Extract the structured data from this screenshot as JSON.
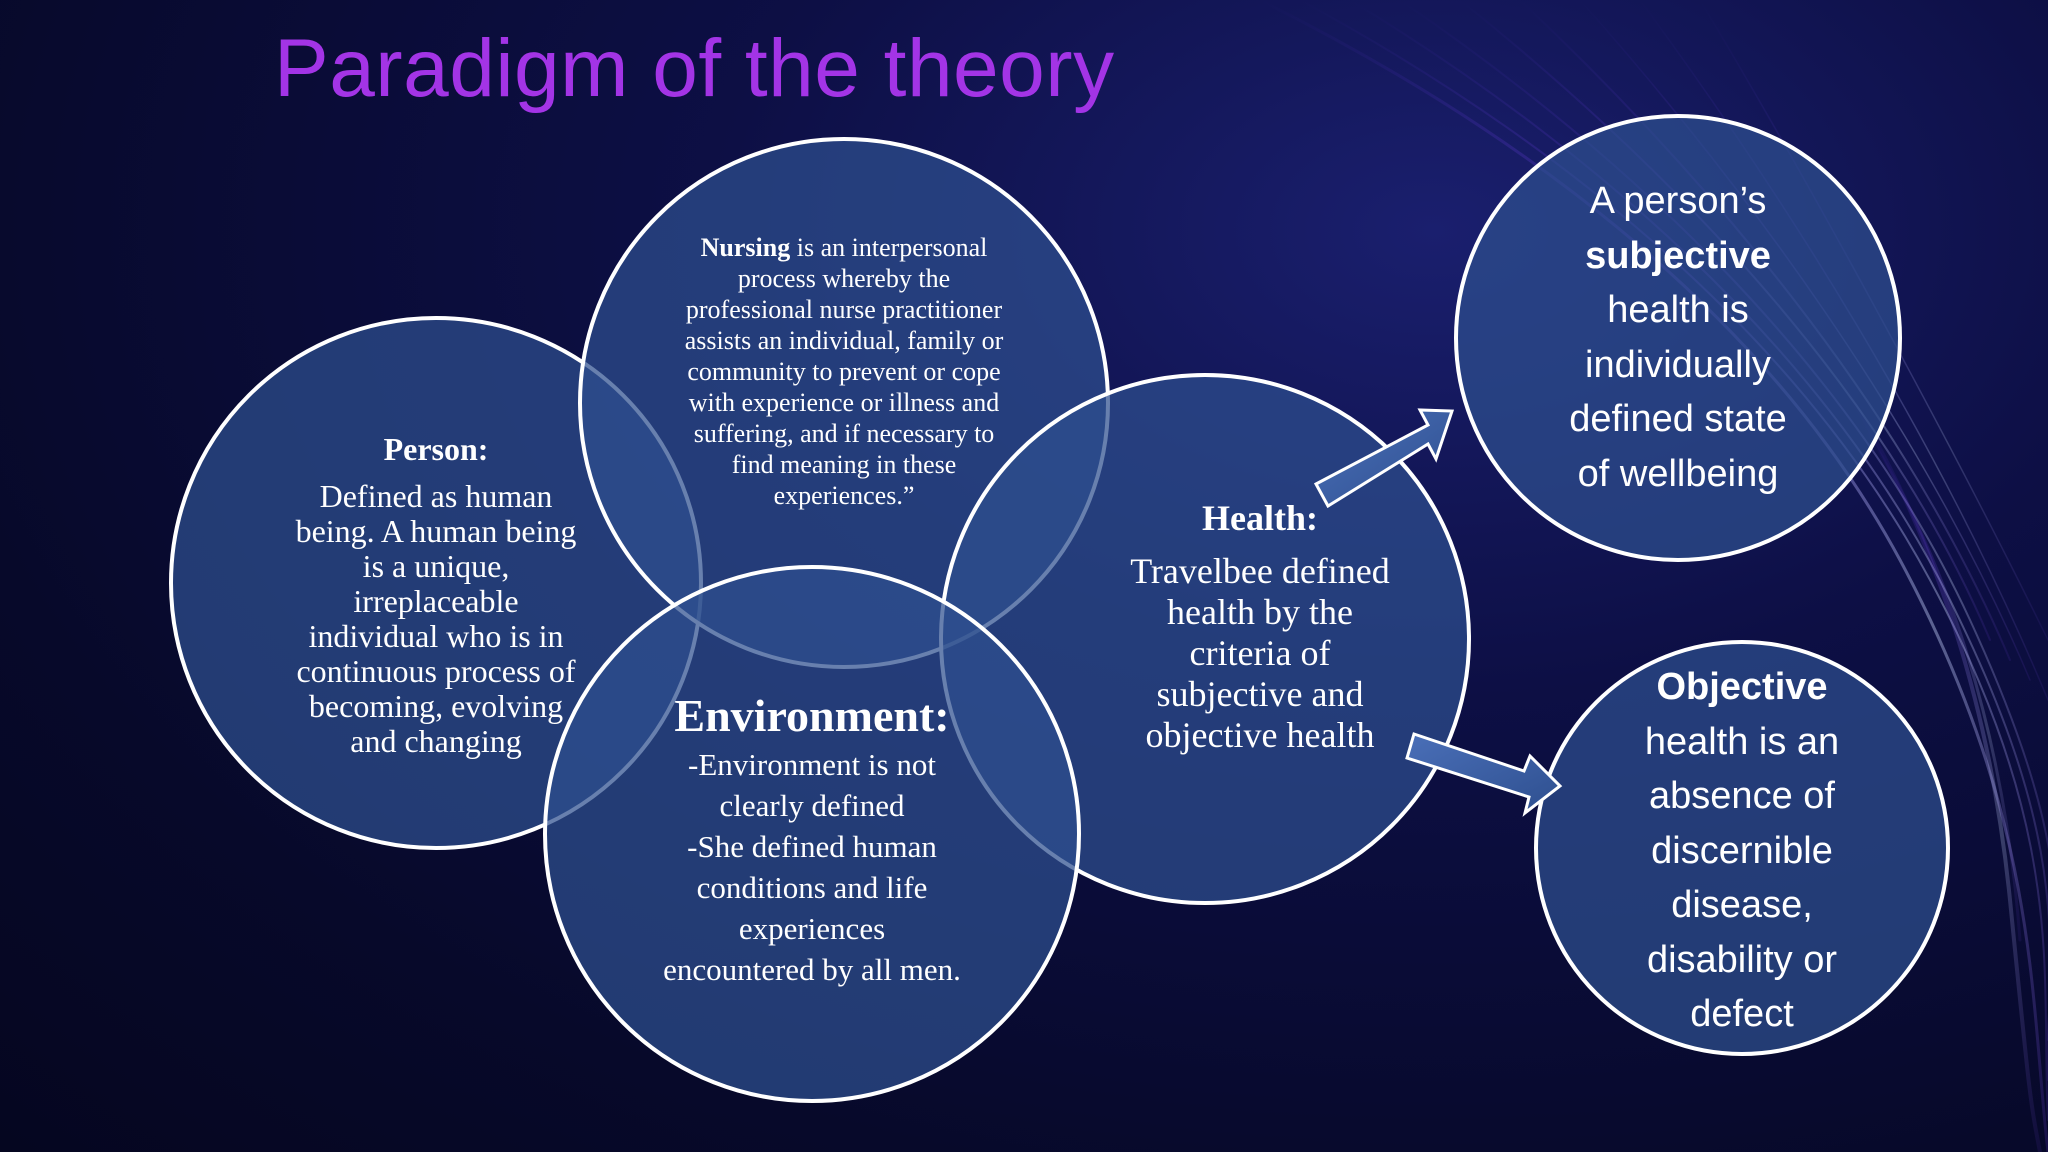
{
  "slide": {
    "title": "Paradigm of the theory"
  },
  "person": {
    "heading": "Person:",
    "lines": [
      "Defined as human",
      "being. A human being",
      "is a unique,",
      "irreplaceable",
      "individual who is in",
      "continuous process of",
      "becoming, evolving",
      "and changing"
    ]
  },
  "nursing": {
    "bold": "Nursing",
    "first_line_rest": " is an interpersonal",
    "lines": [
      "process whereby the",
      "professional nurse practitioner",
      "assists an individual, family or",
      "community to prevent or cope",
      "with experience or illness and",
      "suffering, and if necessary to",
      "find meaning in these",
      "experiences.”"
    ]
  },
  "environment": {
    "heading": "Environment:",
    "lines": [
      "-Environment is not",
      "clearly defined",
      "-She defined human",
      "conditions and life",
      "experiences",
      "encountered by all men."
    ]
  },
  "health": {
    "heading": "Health:",
    "lines": [
      "Travelbee defined",
      "health by the",
      "criteria  of",
      "subjective and",
      "objective health"
    ]
  },
  "subjective": {
    "line1": "A person’s",
    "bold": "subjective",
    "lines": [
      "health is",
      "individually",
      "defined state",
      "of wellbeing"
    ]
  },
  "objective": {
    "bold": "Objective",
    "lines": [
      "health is an",
      "absence of",
      "discernible",
      "disease,",
      "disability or",
      "defect"
    ]
  },
  "colors": {
    "title": "#a334e6",
    "circle_fill": "#2e4f8f",
    "circle_stroke": "#ffffff",
    "background": "#0b0d3a"
  }
}
